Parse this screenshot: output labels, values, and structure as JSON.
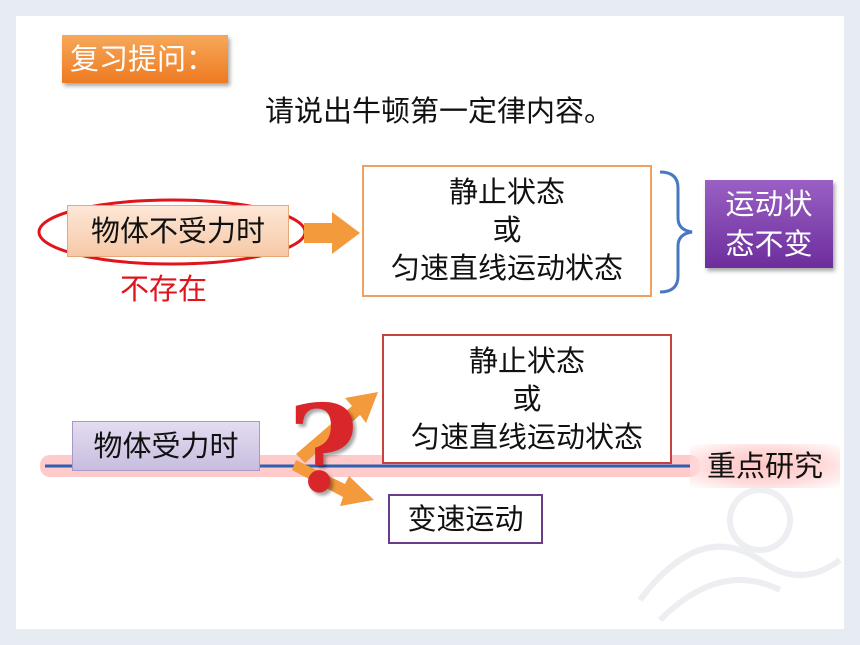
{
  "review": {
    "title": "复习提问："
  },
  "question": "请说出牛顿第一定律内容。",
  "no_force": {
    "label": "物体不受力时",
    "note": "不存在",
    "result_lines": [
      "静止状态",
      "或",
      "匀速直线运动状态"
    ],
    "conclusion_lines": [
      "运动状",
      "态不变"
    ]
  },
  "with_force": {
    "label": "物体受力时",
    "result_lines": [
      "静止状态",
      "或",
      "匀速直线运动状态"
    ],
    "alt_result": "变速运动",
    "key": "重点研究",
    "mark": "?"
  },
  "colors": {
    "orange": "#ee7a21",
    "purple": "#6d2e9c",
    "red": "#e0141a",
    "blue_line": "#2f5fb0"
  }
}
